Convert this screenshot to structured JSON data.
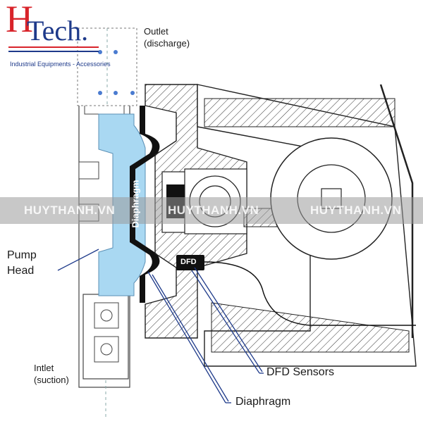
{
  "logo": {
    "brand_h": "H",
    "brand_tech": "Tech.",
    "tagline": "Industrial Equipments - Accessories"
  },
  "labels": {
    "outlet": "Outlet\n(discharge)",
    "pump_head": "Pump\nHead",
    "inlet": "Intlet\n(suction)",
    "diaphragm_vertical": "Diaphragm",
    "dfd_box": "DFD",
    "dfd_sensors": "DFD Sensors",
    "diaphragm_callout": "Diaphragm"
  },
  "watermark": {
    "text": "HUYTHANH.VN",
    "band_color": "#9a9a9a"
  },
  "colors": {
    "fluid": "#a9d8f2",
    "diaphragm": "#111111",
    "callout_line": "#1e3a8a",
    "logo_red": "#d8232a",
    "logo_blue": "#1e3a8a"
  }
}
